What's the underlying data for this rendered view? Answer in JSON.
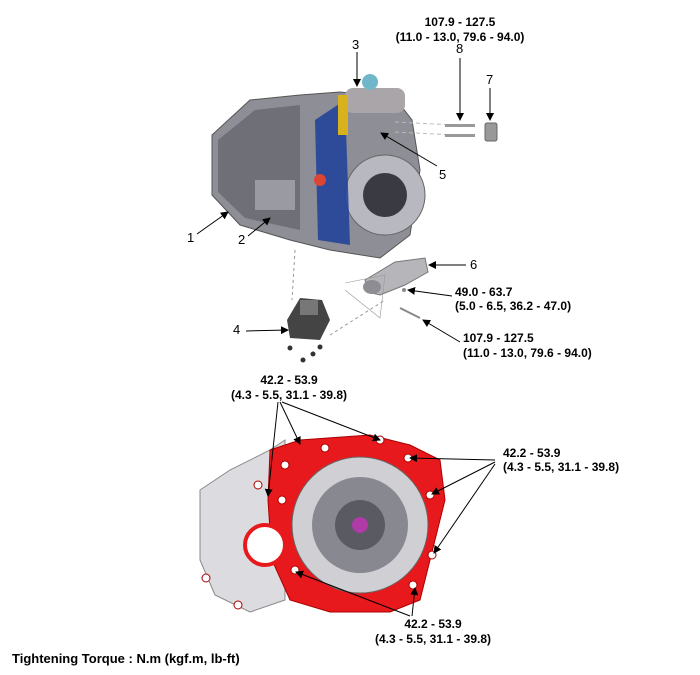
{
  "callouts": {
    "c1": "1",
    "c2": "2",
    "c3": "3",
    "c4": "4",
    "c5": "5",
    "c6": "6",
    "c7": "7",
    "c8": "8"
  },
  "torques": {
    "top_bolt": {
      "nm": "107.9 - 127.5",
      "alt": "(11.0 - 13.0, 79.6 - 94.0)"
    },
    "mount_small": {
      "nm": "49.0 - 63.7",
      "alt": "(5.0 - 6.5, 36.2 - 47.0)"
    },
    "mount_large": {
      "nm": "107.9 - 127.5",
      "alt": "(11.0 - 13.0, 79.6 - 94.0)"
    },
    "case_top": {
      "nm": "42.2 - 53.9",
      "alt": "(4.3 - 5.5, 31.1 - 39.8)"
    },
    "case_right": {
      "nm": "42.2 - 53.9",
      "alt": "(4.3 - 5.5, 31.1 - 39.8)"
    },
    "case_bottom": {
      "nm": "42.2 - 53.9",
      "alt": "(4.3 - 5.5, 31.1 - 39.8)"
    }
  },
  "footer": "Tightening Torque : N.m (kgf.m, lb-ft)",
  "colors": {
    "flange": "#e8191c",
    "case": "#d8d8dc",
    "harness": "#1d3f9a"
  }
}
